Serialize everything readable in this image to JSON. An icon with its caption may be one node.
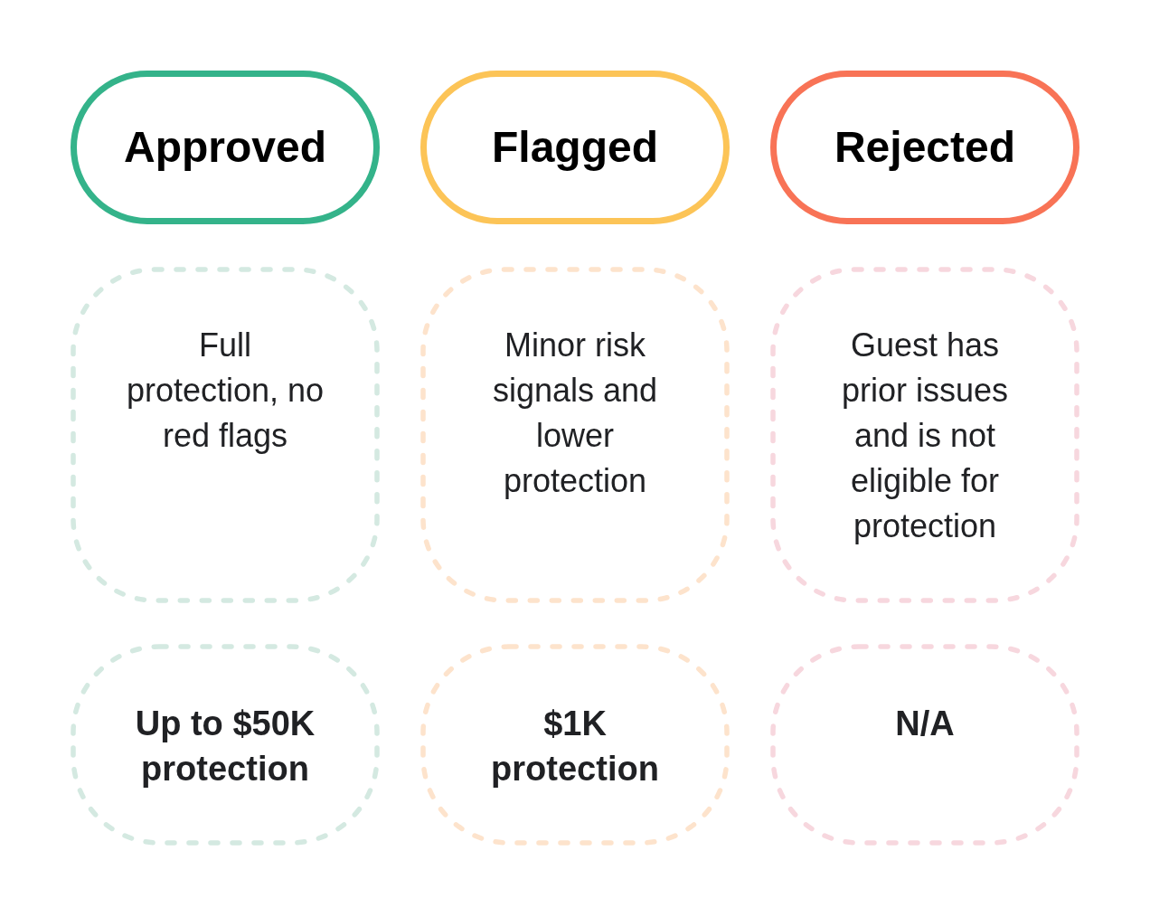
{
  "diagram": {
    "nodes": [
      {
        "text": [
          "Approved"
        ]
      },
      {
        "text": [
          "Flagged"
        ]
      },
      {
        "text": [
          "Rejected"
        ]
      },
      {
        "text": [
          "Full protection, no red flags"
        ]
      },
      {
        "text": [
          "Minor risk signals and lower protection"
        ]
      },
      {
        "text": [
          "Guest has prior issues and is not eligible for protection"
        ]
      },
      {
        "text": [
          "Up to $50K protection"
        ]
      },
      {
        "text": [
          "$1K protection"
        ]
      },
      {
        "text": [
          "N/A"
        ]
      }
    ]
  }
}
